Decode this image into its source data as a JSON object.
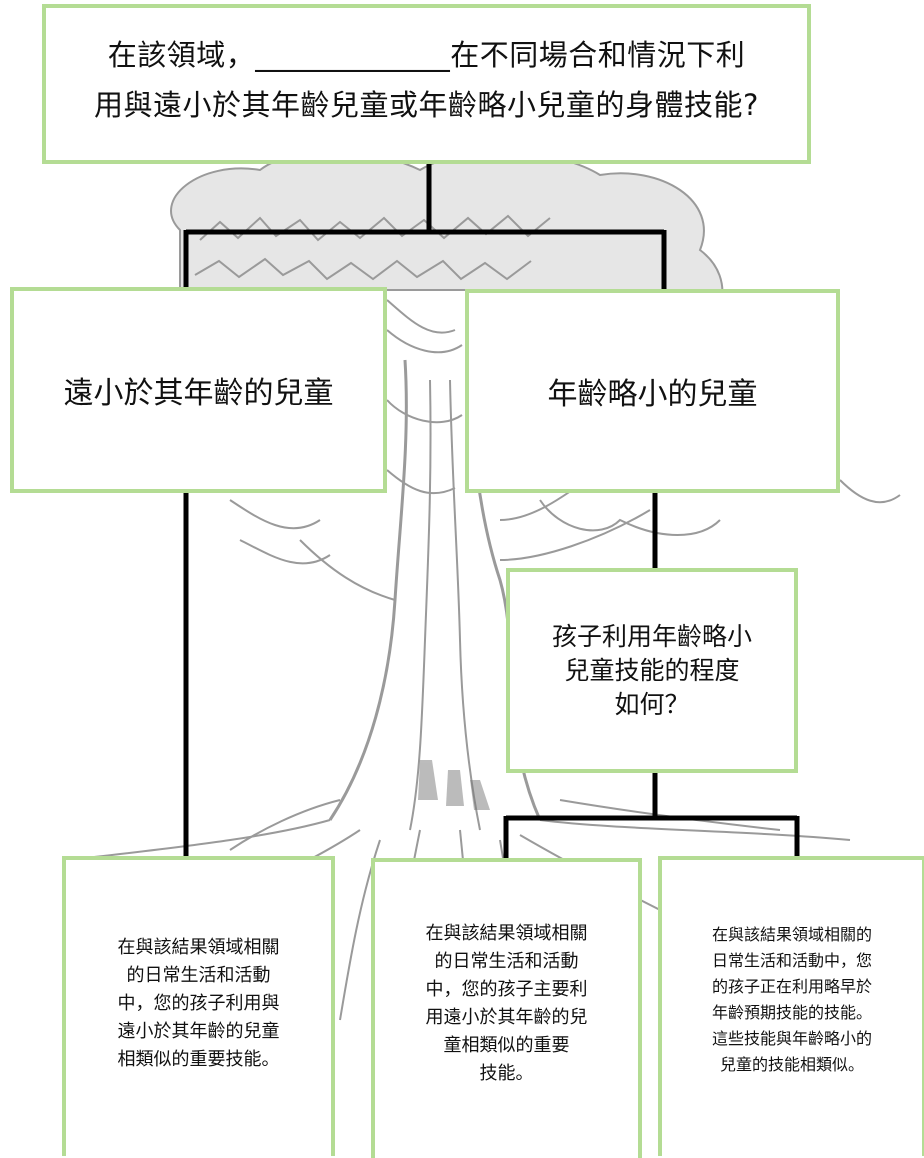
{
  "top_question": {
    "line1": "在該領域，_____________在不同場合和情況下利",
    "line2": "用與遠小於其年齡兒童或年齡略小兒童的身體技能?"
  },
  "option_left": "遠小於其年齡的兒童",
  "option_right": "年齡略小的兒童",
  "mid_question": {
    "line1": "孩子利用年齡略小",
    "line2": "兒童技能的程度",
    "line3": "如何？"
  },
  "bottom_left": {
    "lines": [
      "在與該結果領域相關",
      "的日常生活和活動",
      "中，您的孩子利用與",
      "遠小於其年齡的兒童",
      "相類似的重要技能。"
    ]
  },
  "bottom_mid": {
    "lines": [
      "在與該結果領域相關",
      "的日常生活和活動",
      "中，您的孩子主要利",
      "用遠小於其年齡的兒",
      "童相類似的重要",
      "技能。"
    ]
  },
  "bottom_right": {
    "lines": [
      "在與該結果領域相關的",
      "日常生活和活動中，您",
      "的孩子正在利用略早於",
      "年齡預期技能的技能。",
      "這些技能與年齡略小的",
      "兒童的技能相類似。"
    ]
  },
  "colors": {
    "box_border": "#b4dc94",
    "connector": "#000000",
    "tree": "#8a8a8a"
  }
}
